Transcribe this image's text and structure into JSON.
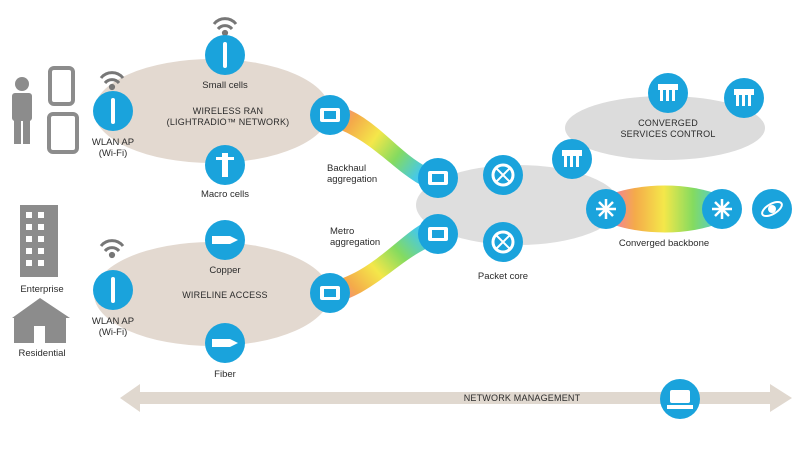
{
  "devices": {
    "enterprise_label": "Enterprise",
    "residential_label": "Residential"
  },
  "wireless_ran": {
    "small_cells_label": "Small cells",
    "title_line1": "WIRELESS RAN",
    "title_line2": "(LIGHTRADIO™ NETWORK)",
    "macro_cells_label": "Macro cells",
    "wlan_line1": "WLAN AP",
    "wlan_line2": "(Wi-Fi)"
  },
  "wireline": {
    "copper_label": "Copper",
    "title": "WIRELINE ACCESS",
    "fiber_label": "Fiber",
    "wlan_line1": "WLAN AP",
    "wlan_line2": "(Wi-Fi)"
  },
  "aggregation": {
    "backhaul_line1": "Backhaul",
    "backhaul_line2": "aggregation",
    "metro_line1": "Metro",
    "metro_line2": "aggregation"
  },
  "core": {
    "packet_core_label": "Packet core",
    "services_line1": "CONVERGED",
    "services_line2": "SERVICES CONTROL",
    "backbone_label": "Converged backbone"
  },
  "management": {
    "label": "NETWORK MANAGEMENT"
  },
  "colors": {
    "node_blue": "#1aa3dc",
    "ellipse_beige": "#e3d9d0",
    "ellipse_gray": "#dcdcdc",
    "arrow_beige": "#e0d8cf",
    "icon_gray": "#8c8c8c"
  }
}
